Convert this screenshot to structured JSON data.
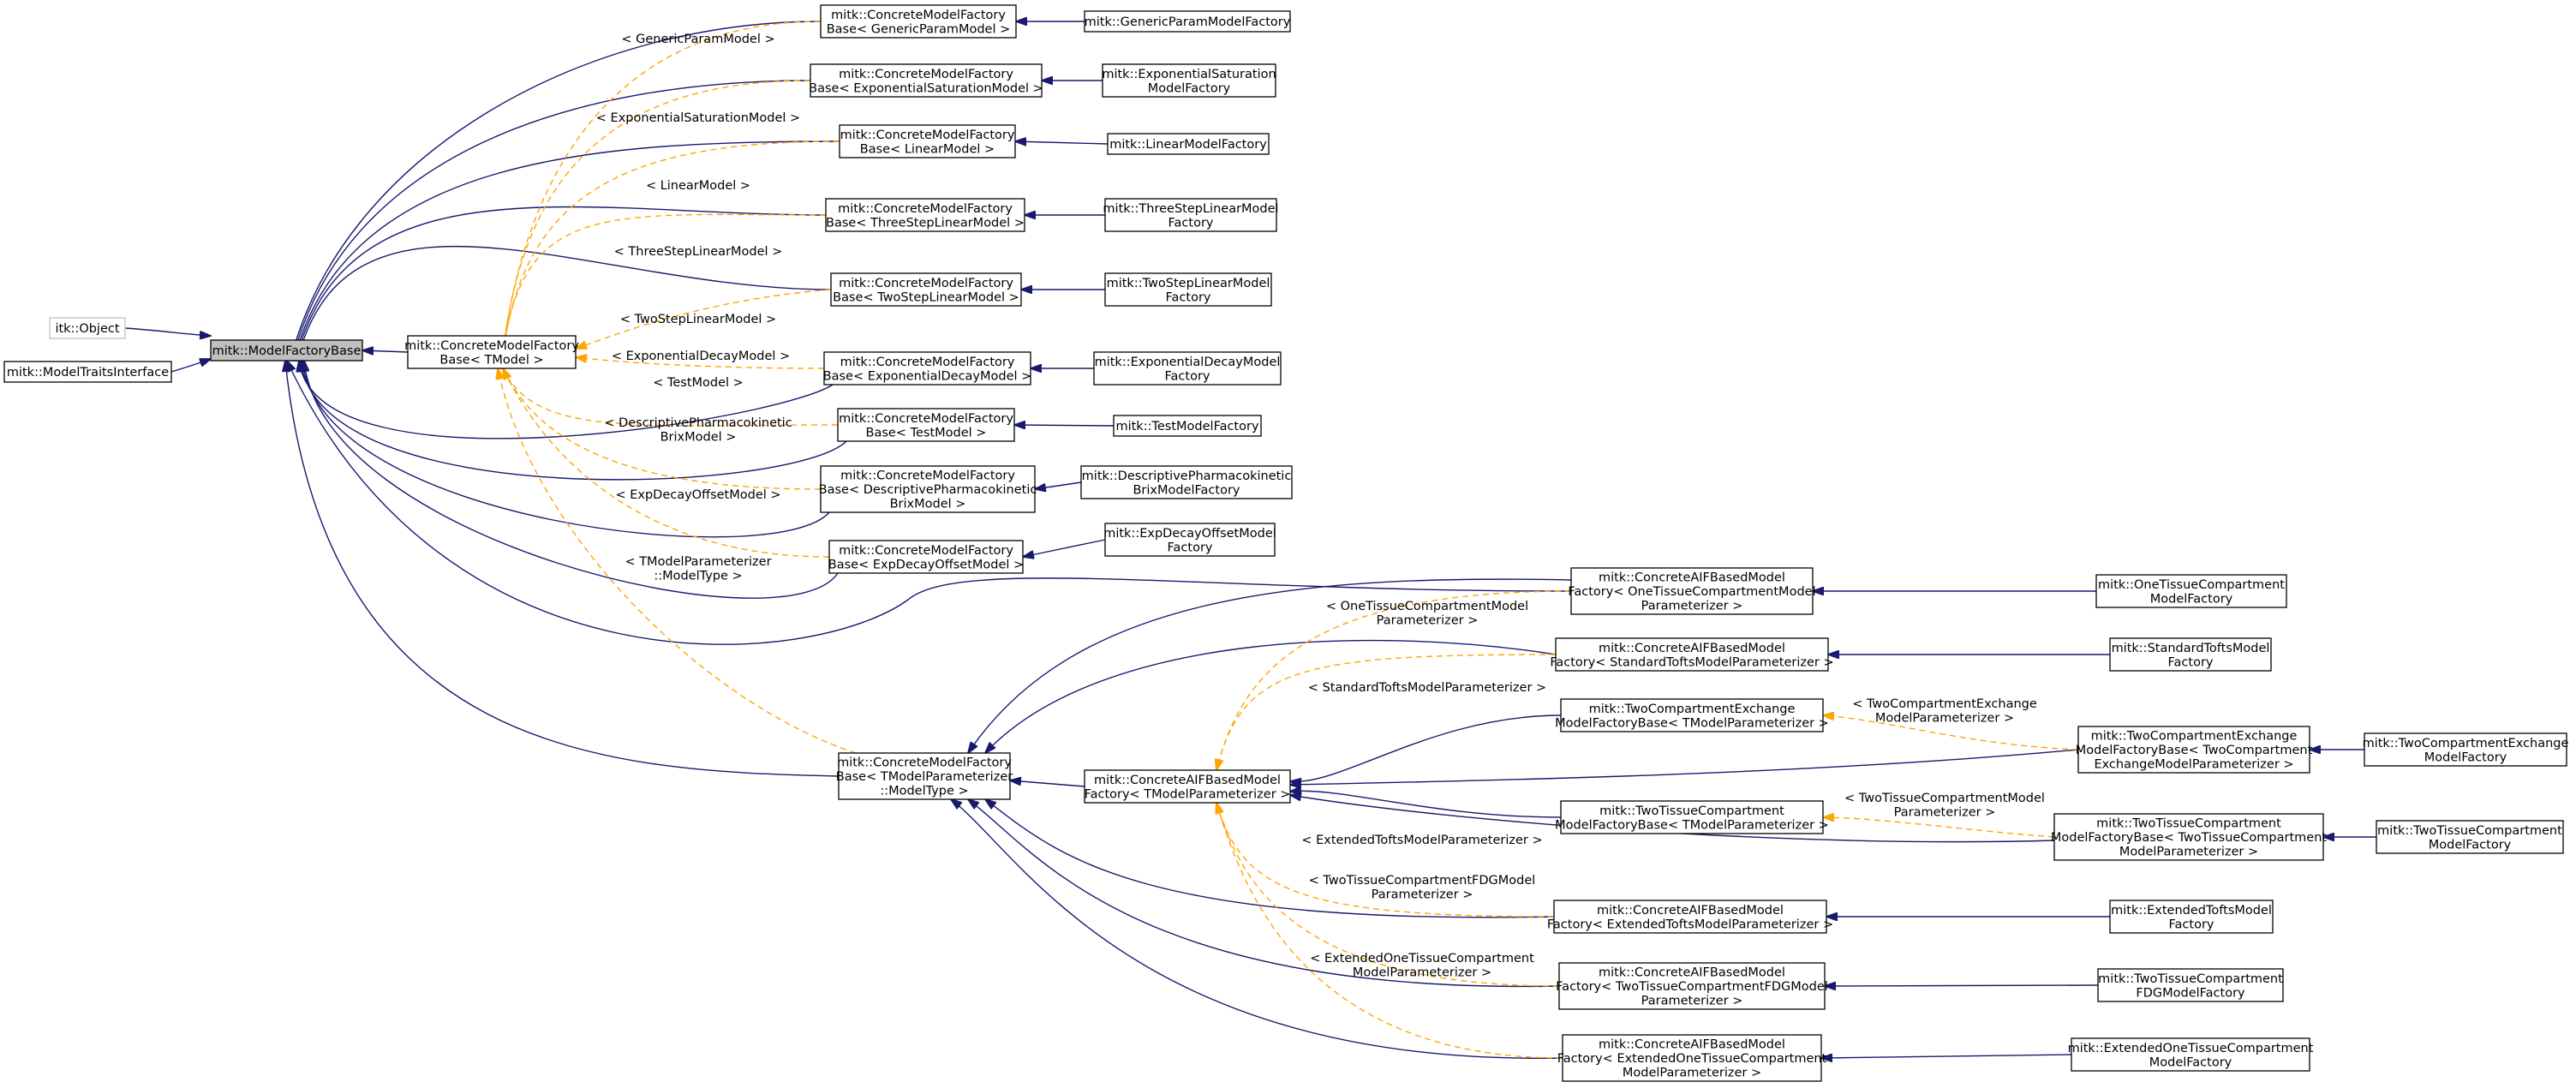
{
  "nodes": {
    "itk_object": {
      "lines": [
        "itk::Object"
      ],
      "type": "external"
    },
    "model_traits": {
      "lines": [
        "mitk::ModelTraitsInterface"
      ]
    },
    "model_factory_base": {
      "lines": [
        "mitk::ModelFactoryBase"
      ],
      "type": "current"
    },
    "cmf_tmodel": {
      "lines": [
        "mitk::ConcreteModelFactory",
        "Base< TModel >"
      ]
    },
    "cmf_generic": {
      "lines": [
        "mitk::ConcreteModelFactory",
        "Base< GenericParamModel >"
      ]
    },
    "cmf_expsat": {
      "lines": [
        "mitk::ConcreteModelFactory",
        "Base< ExponentialSaturationModel >"
      ]
    },
    "cmf_linear": {
      "lines": [
        "mitk::ConcreteModelFactory",
        "Base< LinearModel >"
      ]
    },
    "cmf_threestep": {
      "lines": [
        "mitk::ConcreteModelFactory",
        "Base< ThreeStepLinearModel >"
      ]
    },
    "cmf_twostep": {
      "lines": [
        "mitk::ConcreteModelFactory",
        "Base< TwoStepLinearModel >"
      ]
    },
    "cmf_expdecay": {
      "lines": [
        "mitk::ConcreteModelFactory",
        "Base< ExponentialDecayModel >"
      ]
    },
    "cmf_test": {
      "lines": [
        "mitk::ConcreteModelFactory",
        "Base< TestModel >"
      ]
    },
    "cmf_brix": {
      "lines": [
        "mitk::ConcreteModelFactory",
        "Base< DescriptivePharmacokinetic",
        "BrixModel >"
      ]
    },
    "cmf_expoffset": {
      "lines": [
        "mitk::ConcreteModelFactory",
        "Base< ExpDecayOffsetModel >"
      ]
    },
    "cmf_modeltype": {
      "lines": [
        "mitk::ConcreteModelFactory",
        "Base< TModelParameterizer",
        "::ModelType >"
      ]
    },
    "generic_factory": {
      "lines": [
        "mitk::GenericParamModelFactory"
      ]
    },
    "expsat_factory": {
      "lines": [
        "mitk::ExponentialSaturation",
        "ModelFactory"
      ]
    },
    "linear_factory": {
      "lines": [
        "mitk::LinearModelFactory"
      ]
    },
    "threestep_factory": {
      "lines": [
        "mitk::ThreeStepLinearModel",
        "Factory"
      ]
    },
    "twostep_factory": {
      "lines": [
        "mitk::TwoStepLinearModel",
        "Factory"
      ]
    },
    "expdecay_factory": {
      "lines": [
        "mitk::ExponentialDecayModel",
        "Factory"
      ]
    },
    "test_factory": {
      "lines": [
        "mitk::TestModelFactory"
      ]
    },
    "brix_factory": {
      "lines": [
        "mitk::DescriptivePharmacokinetic",
        "BrixModelFactory"
      ]
    },
    "expoffset_factory": {
      "lines": [
        "mitk::ExpDecayOffsetModel",
        "Factory"
      ]
    },
    "aif_tparam": {
      "lines": [
        "mitk::ConcreteAIFBasedModel",
        "Factory< TModelParameterizer >"
      ]
    },
    "aif_onetissue": {
      "lines": [
        "mitk::ConcreteAIFBasedModel",
        "Factory< OneTissueCompartmentModel",
        "Parameterizer >"
      ]
    },
    "aif_stdtofts": {
      "lines": [
        "mitk::ConcreteAIFBasedModel",
        "Factory< StandardToftsModelParameterizer >"
      ]
    },
    "twocomp_base": {
      "lines": [
        "mitk::TwoCompartmentExchange",
        "ModelFactoryBase< TModelParameterizer >"
      ]
    },
    "twotissue_base": {
      "lines": [
        "mitk::TwoTissueCompartment",
        "ModelFactoryBase< TModelParameterizer >"
      ]
    },
    "aif_exttofts": {
      "lines": [
        "mitk::ConcreteAIFBasedModel",
        "Factory< ExtendedToftsModelParameterizer >"
      ]
    },
    "aif_fdg": {
      "lines": [
        "mitk::ConcreteAIFBasedModel",
        "Factory< TwoTissueCompartmentFDGModel",
        "Parameterizer >"
      ]
    },
    "aif_extone": {
      "lines": [
        "mitk::ConcreteAIFBasedModel",
        "Factory< ExtendedOneTissueCompartment",
        "ModelParameterizer >"
      ]
    },
    "twocomp_spec": {
      "lines": [
        "mitk::TwoCompartmentExchange",
        "ModelFactoryBase< TwoCompartment",
        "ExchangeModelParameterizer >"
      ]
    },
    "twotissue_spec": {
      "lines": [
        "mitk::TwoTissueCompartment",
        "ModelFactoryBase< TwoTissueCompartment",
        "ModelParameterizer >"
      ]
    },
    "onetissue_factory": {
      "lines": [
        "mitk::OneTissueCompartment",
        "ModelFactory"
      ]
    },
    "stdtofts_factory": {
      "lines": [
        "mitk::StandardToftsModel",
        "Factory"
      ]
    },
    "twocomp_factory": {
      "lines": [
        "mitk::TwoCompartmentExchange",
        "ModelFactory"
      ]
    },
    "twotissue_factory": {
      "lines": [
        "mitk::TwoTissueCompartment",
        "ModelFactory"
      ]
    },
    "exttofts_factory": {
      "lines": [
        "mitk::ExtendedToftsModel",
        "Factory"
      ]
    },
    "fdg_factory": {
      "lines": [
        "mitk::TwoTissueCompartment",
        "FDGModelFactory"
      ]
    },
    "extone_factory": {
      "lines": [
        "mitk::ExtendedOneTissueCompartment",
        "ModelFactory"
      ]
    }
  },
  "edge_labels": {
    "generic": [
      "< GenericParamModel >"
    ],
    "expsat": [
      "< ExponentialSaturationModel >"
    ],
    "linear": [
      "< LinearModel >"
    ],
    "threestep": [
      "< ThreeStepLinearModel >"
    ],
    "twostep": [
      "< TwoStepLinearModel >"
    ],
    "expdecay": [
      "< ExponentialDecayModel >"
    ],
    "test": [
      "< TestModel >"
    ],
    "brix": [
      "< DescriptivePharmacokinetic",
      "BrixModel >"
    ],
    "expoffset": [
      "< ExpDecayOffsetModel >"
    ],
    "modeltype": [
      "< TModelParameterizer",
      "::ModelType >"
    ],
    "onetissue": [
      "< OneTissueCompartmentModel",
      "Parameterizer >"
    ],
    "stdtofts": [
      "< StandardToftsModelParameterizer >"
    ],
    "twocomp": [
      "< TwoCompartmentExchange",
      "ModelParameterizer >"
    ],
    "twotissue": [
      "< TwoTissueCompartmentModel",
      "Parameterizer >"
    ],
    "exttofts": [
      "< ExtendedToftsModelParameterizer >"
    ],
    "fdg": [
      "< TwoTissueCompartmentFDGModel",
      "Parameterizer >"
    ],
    "extone": [
      "< ExtendedOneTissueCompartment",
      "ModelParameterizer >"
    ]
  },
  "colors": {
    "inheritance_edge": "#191970",
    "template_edge": "#ffa500",
    "current_node_fill": "#bfbfbf",
    "external_node_border": "#bfbfbf"
  }
}
